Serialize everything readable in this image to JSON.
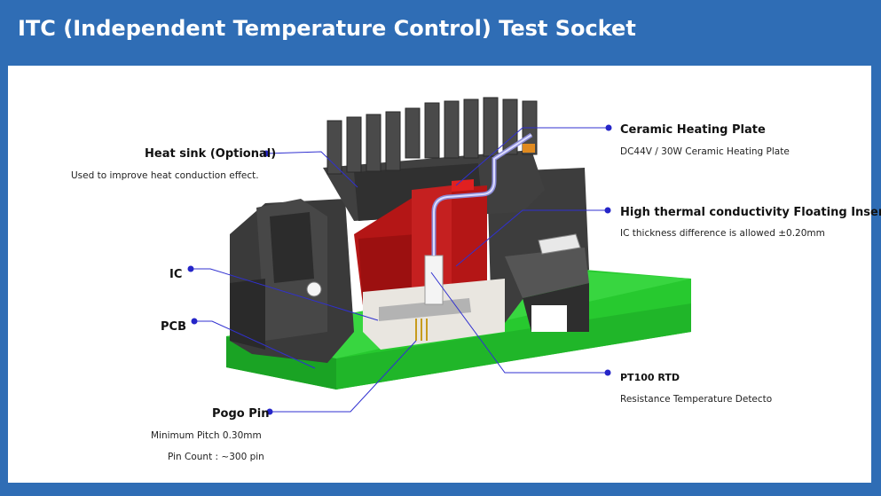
{
  "title": "ITC (Independent Temperature Control) Test Socket",
  "callouts": {
    "heat_sink": {
      "title": "Heat sink (Optional)",
      "desc": "Used to improve heat conduction effect."
    },
    "ic": {
      "title": "IC"
    },
    "pcb": {
      "title": "PCB"
    },
    "pogo_pin": {
      "title": "Pogo Pin",
      "desc1": "Minimum Pitch 0.30mm",
      "desc2": "Pin Count : ~300 pin"
    },
    "ceramic": {
      "title": "Ceramic Heating Plate",
      "desc": "DC44V /  30W Ceramic Heating Plate"
    },
    "insert": {
      "title": "High thermal conductivity Floating Insert",
      "desc": "IC thickness difference is allowed ±0.20mm"
    },
    "pt100": {
      "title": "PT100 RTD",
      "desc": "Resistance Temperature Detecto"
    }
  },
  "colors": {
    "header_bg": "#2f6db5",
    "pcb": "#22c02a",
    "insert": "#b01818",
    "housing": "#3a3a3a",
    "leader": "#2b2bd6"
  }
}
